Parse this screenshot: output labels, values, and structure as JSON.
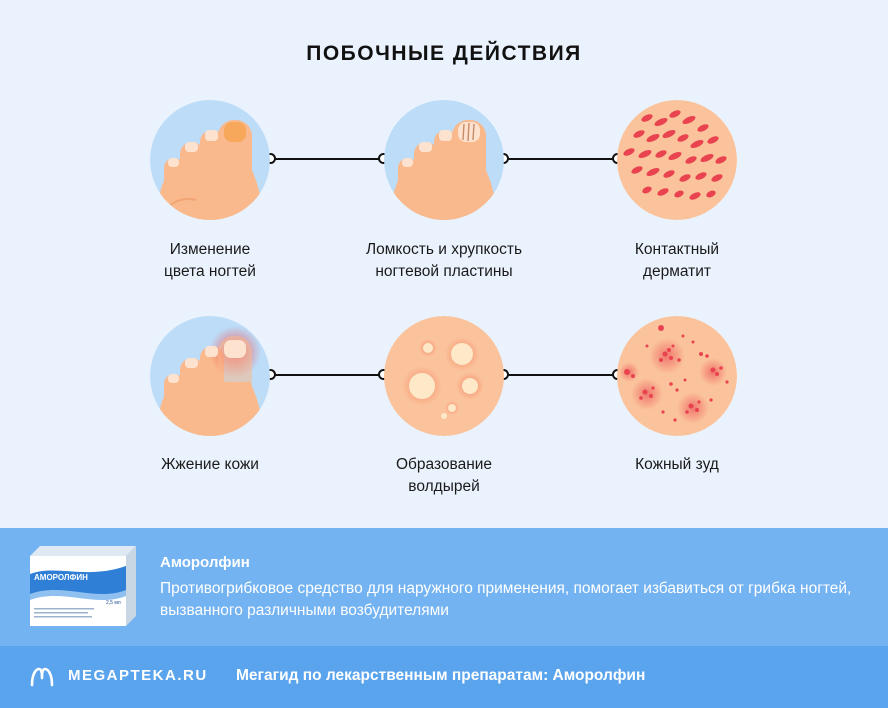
{
  "title": "ПОБОЧНЫЕ ДЕЙСТВИЯ",
  "effects": [
    {
      "line1": "Изменение",
      "line2": "цвета ногтей"
    },
    {
      "line1": "Ломкость и хрупкость",
      "line2": "ногтевой пластины"
    },
    {
      "line1": "Контактный",
      "line2": "дерматит"
    },
    {
      "line1": "Жжение кожи",
      "line2": ""
    },
    {
      "line1": "Образование",
      "line2": "волдырей"
    },
    {
      "line1": "Кожный зуд",
      "line2": ""
    }
  ],
  "product": {
    "name": "Аморолфин",
    "description": "Противогрибковое средство для наружного применения, помогает избавиться от грибка ногтей, вызванного различными возбудителями",
    "box_label": "АМОРОЛФИН",
    "box_volume": "2,5 мл"
  },
  "footer": {
    "brand": "MEGAPTEKA.RU",
    "text": "Мегагид по лекарственным препаратам: Аморолфин"
  },
  "colors": {
    "skin": "#f9b98c",
    "skin_dark": "#f2a474",
    "circle_blue": "#bcdcf8",
    "circle_skin": "#fbc39b",
    "rash": "#e8434f",
    "info_band": "#74b3f2",
    "footer_band": "#5aa4ee"
  }
}
